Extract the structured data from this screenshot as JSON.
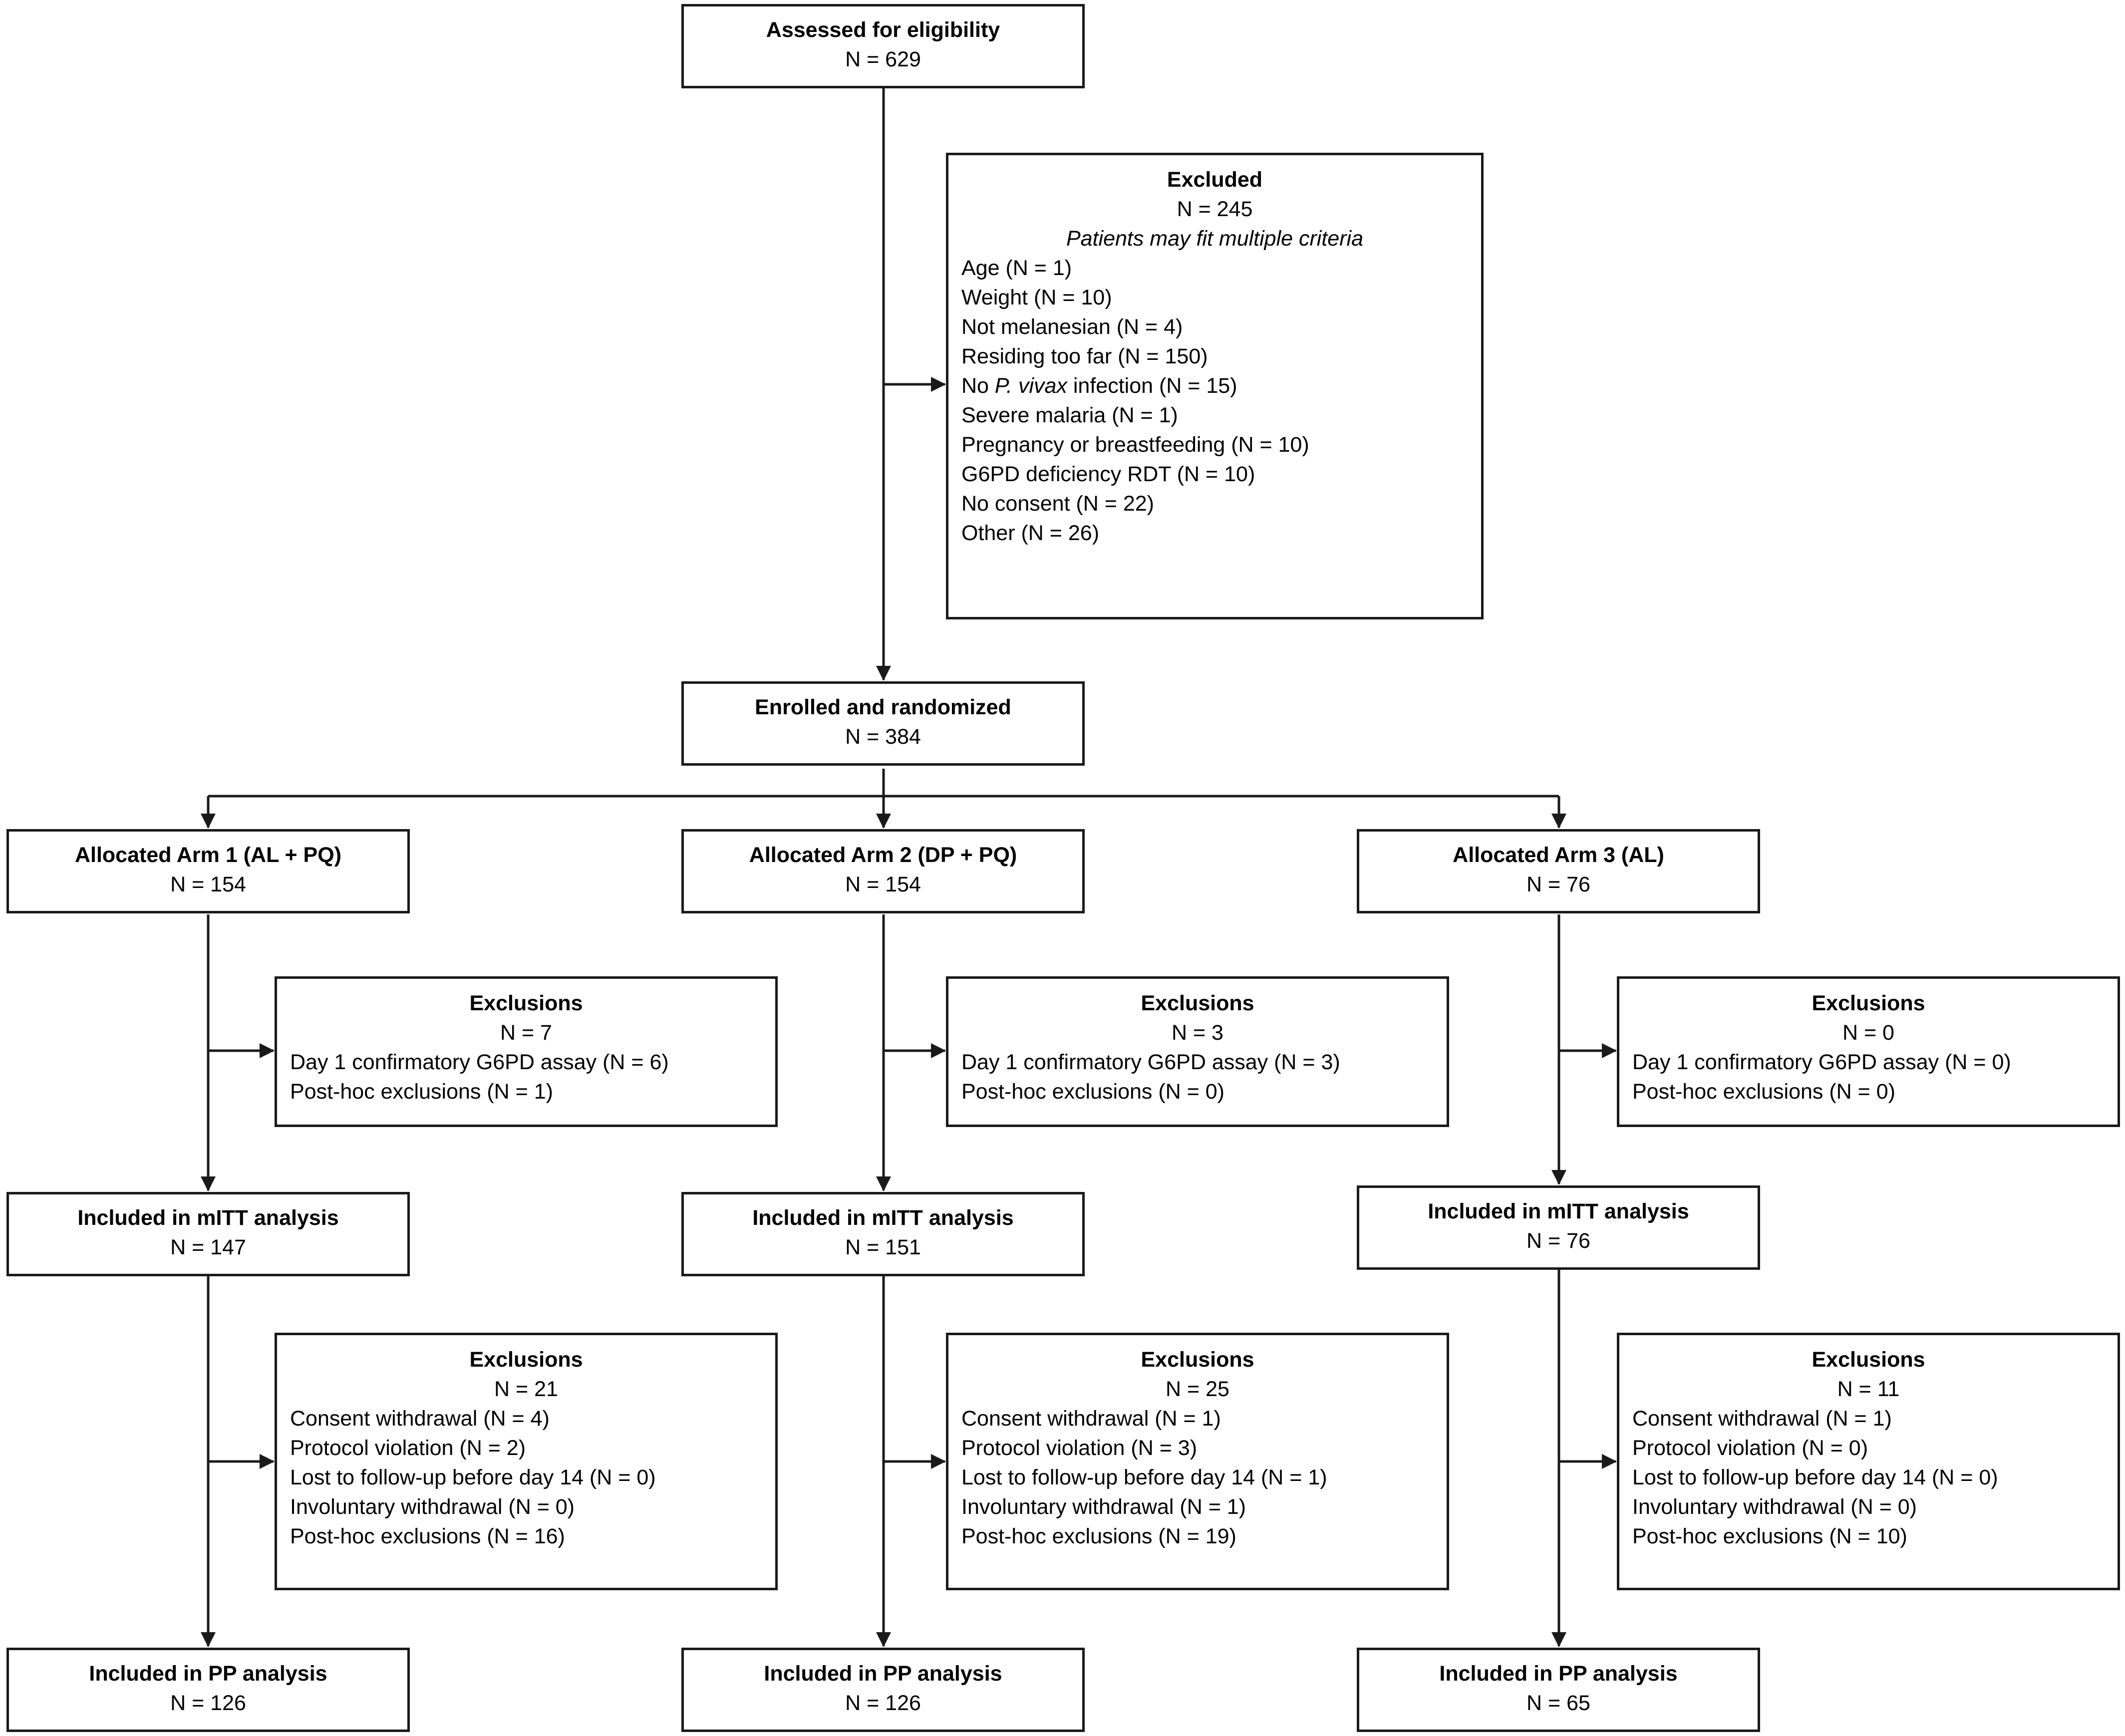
{
  "assessed": {
    "title": "Assessed for eligibility",
    "n": "N = 629"
  },
  "excluded": {
    "title": "Excluded",
    "n": "N = 245",
    "note": "Patients may fit multiple criteria",
    "items": [
      "Age (N = 1)",
      "Weight (N = 10)",
      "Not melanesian (N = 4)",
      "Residing too far (N = 150)",
      {
        "before": "No ",
        "italic": "P. vivax",
        "after": " infection (N = 15)"
      },
      "Severe malaria (N = 1)",
      "Pregnancy or breastfeeding (N = 10)",
      "G6PD deficiency RDT (N = 10)",
      "No consent (N = 22)",
      "Other (N = 26)"
    ]
  },
  "enrolled": {
    "title": "Enrolled and randomized",
    "n": "N = 384"
  },
  "arms": [
    {
      "allocated": {
        "title": "Allocated Arm 1 (AL + PQ)",
        "n": "N = 154"
      },
      "exclusions1": {
        "title": "Exclusions",
        "n": "N = 7",
        "items": [
          "Day 1 confirmatory G6PD assay (N = 6)",
          "Post-hoc exclusions (N = 1)"
        ]
      },
      "mitt": {
        "title": "Included in mITT analysis",
        "n": "N = 147"
      },
      "exclusions2": {
        "title": "Exclusions",
        "n": "N = 21",
        "items": [
          "Consent withdrawal (N = 4)",
          "Protocol violation (N = 2)",
          "Lost to follow-up before day 14 (N = 0)",
          "Involuntary withdrawal (N = 0)",
          "Post-hoc exclusions (N = 16)"
        ]
      },
      "pp": {
        "title": "Included in PP analysis",
        "n": "N = 126"
      }
    },
    {
      "allocated": {
        "title": "Allocated Arm 2 (DP + PQ)",
        "n": "N = 154"
      },
      "exclusions1": {
        "title": "Exclusions",
        "n": "N = 3",
        "items": [
          "Day 1 confirmatory G6PD assay (N = 3)",
          "Post-hoc exclusions (N = 0)"
        ]
      },
      "mitt": {
        "title": "Included in mITT analysis",
        "n": "N = 151"
      },
      "exclusions2": {
        "title": "Exclusions",
        "n": "N = 25",
        "items": [
          "Consent withdrawal (N = 1)",
          "Protocol violation (N = 3)",
          "Lost to follow-up before day 14 (N = 1)",
          "Involuntary withdrawal (N = 1)",
          "Post-hoc exclusions (N = 19)"
        ]
      },
      "pp": {
        "title": "Included in PP analysis",
        "n": "N = 126"
      }
    },
    {
      "allocated": {
        "title": "Allocated Arm 3 (AL)",
        "n": "N = 76"
      },
      "exclusions1": {
        "title": "Exclusions",
        "n": "N = 0",
        "items": [
          "Day 1 confirmatory G6PD assay (N = 0)",
          "Post-hoc exclusions (N = 0)"
        ]
      },
      "mitt": {
        "title": "Included in mITT analysis",
        "n": "N = 76"
      },
      "exclusions2": {
        "title": "Exclusions",
        "n": "N = 11",
        "items": [
          "Consent withdrawal (N = 1)",
          "Protocol violation (N = 0)",
          "Lost to follow-up before day 14 (N = 0)",
          "Involuntary withdrawal (N = 0)",
          "Post-hoc exclusions (N = 10)"
        ]
      },
      "pp": {
        "title": "Included in PP analysis",
        "n": "N = 65"
      }
    }
  ]
}
